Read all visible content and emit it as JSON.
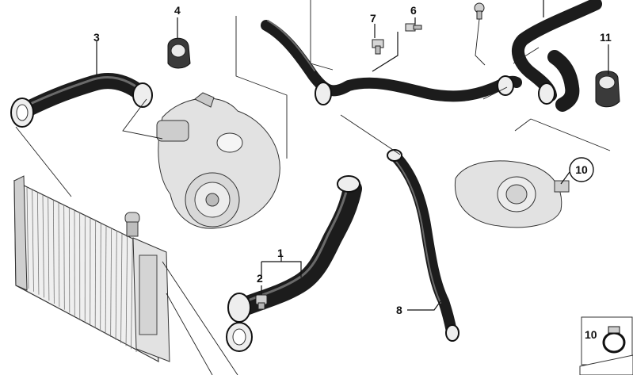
{
  "diagram": {
    "callouts": [
      {
        "id": "c1",
        "text": "1"
      },
      {
        "id": "c2",
        "text": "2"
      },
      {
        "id": "c3",
        "text": "3"
      },
      {
        "id": "c4",
        "text": "4"
      },
      {
        "id": "c6",
        "text": "6"
      },
      {
        "id": "c7",
        "text": "7"
      },
      {
        "id": "c8",
        "text": "8"
      },
      {
        "id": "c10",
        "text": "10"
      },
      {
        "id": "c11",
        "text": "11"
      },
      {
        "id": "c10b",
        "text": "10"
      }
    ]
  },
  "colors": {
    "hose": "#1c1c1c",
    "hose_highlight": "#6a6a6a",
    "part_fill": "#e2e2e2",
    "line": "#111111"
  }
}
